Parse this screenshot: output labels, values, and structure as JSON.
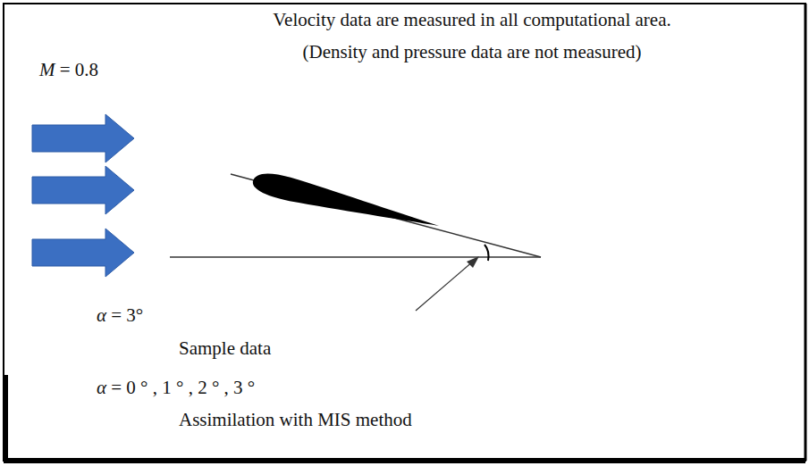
{
  "diagram": {
    "labels": [
      "Velocity data are measured in all computational area.",
      "(Density and pressure data are not measured)",
      "M = 0.8",
      "α = 3°",
      "Sample data",
      "α = 0 ° , 1 ° , 2 ° , 3 °",
      "Assimilation with MIS method"
    ]
  }
}
